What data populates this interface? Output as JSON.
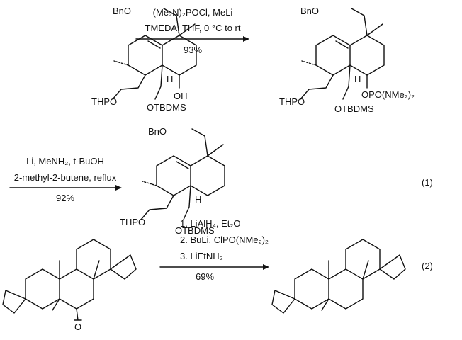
{
  "reaction1": {
    "step1": {
      "line1": "(Me₂N)₂POCl, MeLi",
      "line2": "TMEDA, THF, 0 °C to rt",
      "yield": "93%"
    },
    "step2": {
      "line1": "Li, MeNH₂, t-BuOH",
      "line2": "2-methyl-2-butene, reflux",
      "yield": "92%"
    },
    "number": "(1)",
    "labels": {
      "bno": "BnO",
      "thpo": "THPO",
      "oh": "OH",
      "h": "H",
      "otbdms": "OTBDMS",
      "opo": "OPO(NMe₂)₂"
    }
  },
  "reaction2": {
    "line1": "1. LiAlH₄, Et₂O",
    "line2": "2. BuLi, ClPO(NMe₂)₂",
    "line3": "3. LiEtNH₂",
    "yield": "69%",
    "number": "(2)",
    "labels": {
      "o": "O"
    }
  }
}
